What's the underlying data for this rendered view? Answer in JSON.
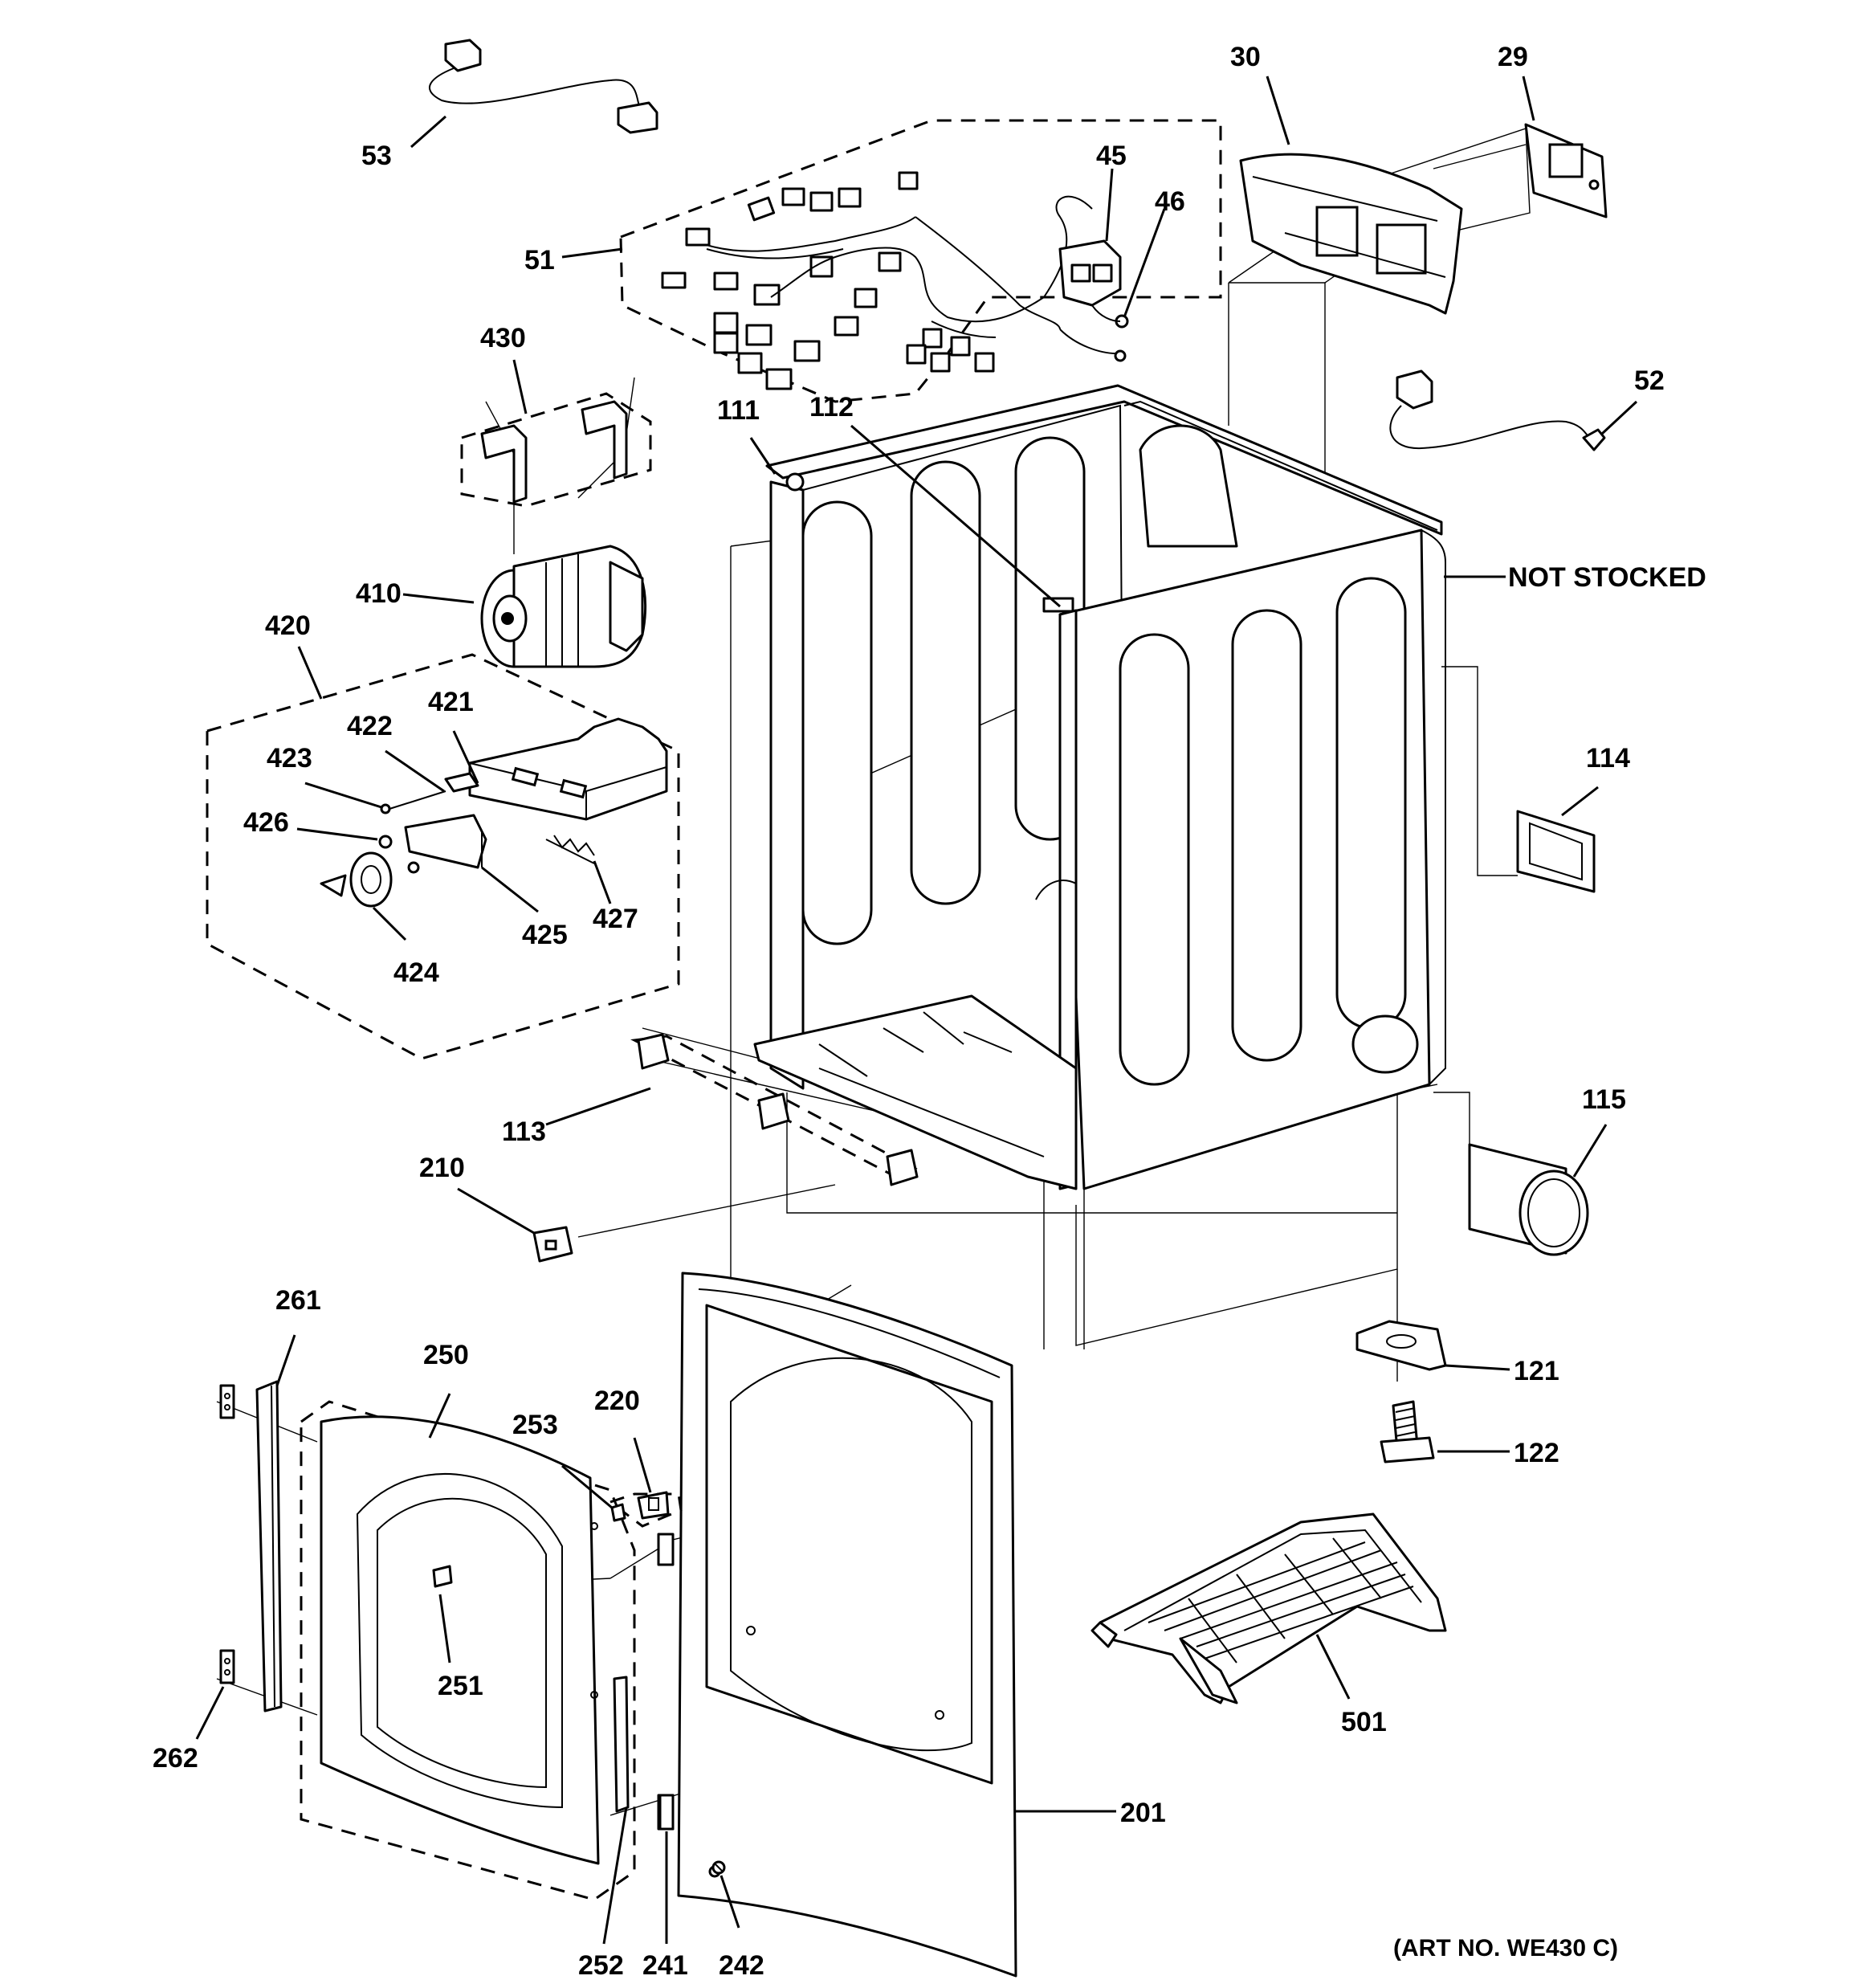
{
  "diagram": {
    "callouts": {
      "c53": "53",
      "c51": "51",
      "c45": "45",
      "c46": "46",
      "c30": "30",
      "c29": "29",
      "c52": "52",
      "c430": "430",
      "c410": "410",
      "c420": "420",
      "c421": "421",
      "c422": "422",
      "c423": "423",
      "c426": "426",
      "c424": "424",
      "c425": "425",
      "c427": "427",
      "c111": "111",
      "c112": "112",
      "c114": "114",
      "c115": "115",
      "c113": "113",
      "c210": "210",
      "c121": "121",
      "c122": "122",
      "c261": "261",
      "c250": "250",
      "c253": "253",
      "c220": "220",
      "c251": "251",
      "c262": "262",
      "c252": "252",
      "c241": "241",
      "c242": "242",
      "c201": "201",
      "c501": "501"
    },
    "not_stocked": "NOT STOCKED",
    "art_no": "(ART NO. WE430 C)"
  }
}
